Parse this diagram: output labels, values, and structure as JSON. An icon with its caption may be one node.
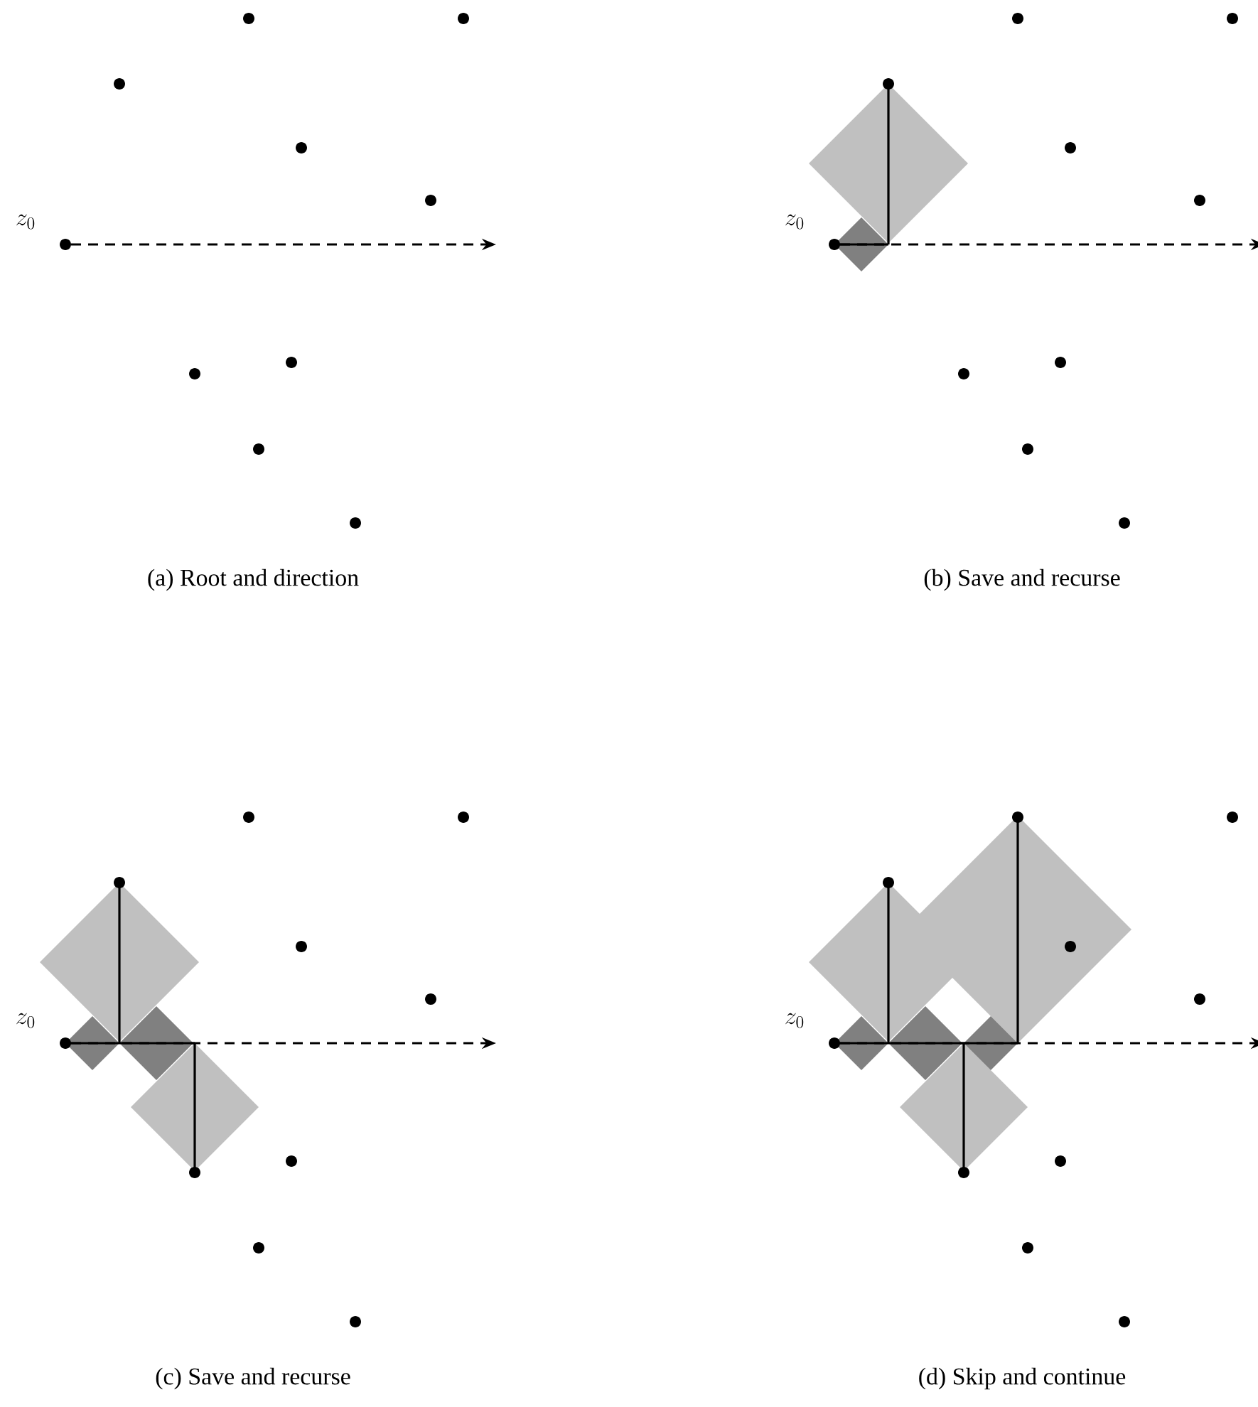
{
  "diagram": {
    "labels": [
      "z_0",
      "z_0",
      "(a) Root and direction",
      "(b) Save and recurse",
      "z_0",
      "z_0",
      "(c) Save and recurse",
      "(d) Skip and continue"
    ]
  }
}
